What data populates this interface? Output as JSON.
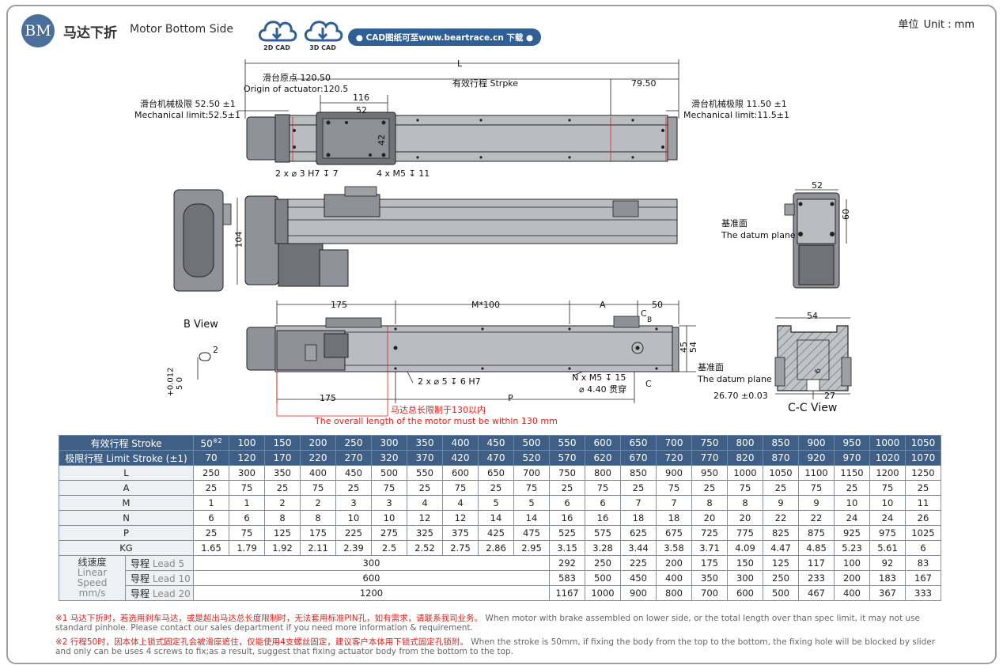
{
  "header": {
    "badge": "BM",
    "title_cn": "马达下折",
    "title_en": "Motor Bottom Side",
    "cad_2d": "2D CAD",
    "cad_3d": "3D CAD",
    "download_text": "● CAD图纸可至www.beartrace.cn 下载 ●",
    "unit_cn": "单位",
    "unit_en": "Unit : mm"
  },
  "colors": {
    "accent": "#3f5f86",
    "note_red": "#e0211b",
    "body_grey": "#b8bcc1"
  },
  "drawing": {
    "top_view": {
      "L": "L",
      "origin_cn": "滑台原点 120.50",
      "origin_en": "Origin of actuator:120.5",
      "stroke_label": "有效行程 Strpke",
      "dim_7950": "79.50",
      "dim_116": "116",
      "dim_52": "52",
      "dim_42": "42",
      "mech_left_cn": "滑台机械极限 52.50 ±1",
      "mech_left_en": "Mechanical limit:52.5±1",
      "mech_right_cn": "滑台机械极限 11.50 ±1",
      "mech_right_en": "Mechanical limit:11.5±1",
      "hole_pin": "2 x ⌀ 3 H7 ↧ 7",
      "hole_screw": "4 x M5 ↧ 11"
    },
    "side_view": {
      "dim_104": "104"
    },
    "end_view": {
      "dim_52": "52",
      "dim_60": "60",
      "datum_cn": "基准面",
      "datum_en": "The datum plane"
    },
    "bottom_view": {
      "b_view": "B View",
      "dim_175_top": "175",
      "m100": "M*100",
      "A": "A",
      "dim_50": "50",
      "B": "B",
      "C_top": "C",
      "C_bottom": "C",
      "dim_45": "45",
      "dim_54": "54",
      "datum_cn": "基准面",
      "datum_en": "The datum plane",
      "pin_holes": "2 x ⌀ 5 ↧ 6 H7",
      "n_holes": "N x M5 ↧ 15",
      "thru_hole": "⌀ 4.40 贯穿",
      "dim_175_bottom": "175",
      "P": "P",
      "limit_cn": "马达总长限制于130以内",
      "limit_en": "The overall length of the motor must be within 130 mm",
      "pin_dim": "2",
      "tol_plus": "+0.012",
      "tol_zero": "5    0"
    },
    "section_view": {
      "dim_54": "54",
      "dim_6": "6",
      "dim_27": "27",
      "dim_2670": "26.70 ±0.03",
      "title": "C-C View"
    }
  },
  "table": {
    "stroke_label": "有效行程 Stroke",
    "stroke_values": [
      "50",
      "100",
      "150",
      "200",
      "250",
      "300",
      "350",
      "400",
      "450",
      "500",
      "550",
      "600",
      "650",
      "700",
      "750",
      "800",
      "850",
      "900",
      "950",
      "1000",
      "1050"
    ],
    "stroke_first_note": "※2",
    "limit_label": "极限行程 Limit Stroke (±1)",
    "limit_values": [
      "70",
      "120",
      "170",
      "220",
      "270",
      "320",
      "370",
      "420",
      "470",
      "520",
      "570",
      "620",
      "670",
      "720",
      "770",
      "820",
      "870",
      "920",
      "970",
      "1020",
      "1070"
    ],
    "rows": [
      {
        "label": "L",
        "values": [
          "250",
          "300",
          "350",
          "400",
          "450",
          "500",
          "550",
          "600",
          "650",
          "700",
          "750",
          "800",
          "850",
          "900",
          "950",
          "1000",
          "1050",
          "1100",
          "1150",
          "1200",
          "1250"
        ]
      },
      {
        "label": "A",
        "values": [
          "25",
          "75",
          "25",
          "75",
          "25",
          "75",
          "25",
          "75",
          "25",
          "75",
          "25",
          "75",
          "25",
          "75",
          "25",
          "75",
          "25",
          "75",
          "25",
          "75",
          "25"
        ]
      },
      {
        "label": "M",
        "values": [
          "1",
          "1",
          "2",
          "2",
          "3",
          "3",
          "4",
          "4",
          "5",
          "5",
          "6",
          "6",
          "7",
          "7",
          "8",
          "8",
          "9",
          "9",
          "10",
          "10",
          "11"
        ]
      },
      {
        "label": "N",
        "values": [
          "6",
          "6",
          "8",
          "8",
          "10",
          "10",
          "12",
          "12",
          "14",
          "14",
          "16",
          "16",
          "18",
          "18",
          "20",
          "20",
          "22",
          "22",
          "24",
          "24",
          "26"
        ]
      },
      {
        "label": "P",
        "values": [
          "25",
          "75",
          "125",
          "175",
          "225",
          "275",
          "325",
          "375",
          "425",
          "475",
          "525",
          "575",
          "625",
          "675",
          "725",
          "775",
          "825",
          "875",
          "925",
          "975",
          "1025"
        ]
      },
      {
        "label": "KG",
        "values": [
          "1.65",
          "1.79",
          "1.92",
          "2.11",
          "2.39",
          "2.5",
          "2.52",
          "2.75",
          "2.86",
          "2.95",
          "3.15",
          "3.28",
          "3.44",
          "3.58",
          "3.71",
          "4.09",
          "4.47",
          "4.85",
          "5.23",
          "5.61",
          "6"
        ]
      }
    ],
    "speed_label_cn": "线速度",
    "speed_label_en1": "Linear",
    "speed_label_en2": "Speed",
    "speed_label_en3": "mm/s",
    "lead_rows": [
      {
        "cn": "导程",
        "en": "Lead 5",
        "merged": "300",
        "values": [
          "292",
          "250",
          "225",
          "200",
          "175",
          "150",
          "125",
          "117",
          "100",
          "92",
          "83"
        ]
      },
      {
        "cn": "导程",
        "en": "Lead 10",
        "merged": "600",
        "values": [
          "583",
          "500",
          "450",
          "400",
          "350",
          "300",
          "250",
          "233",
          "200",
          "183",
          "167"
        ]
      },
      {
        "cn": "导程",
        "en": "Lead 20",
        "merged": "1200",
        "values": [
          "1167",
          "1000",
          "900",
          "800",
          "700",
          "600",
          "500",
          "467",
          "400",
          "367",
          "333"
        ]
      }
    ]
  },
  "notes": [
    {
      "cn": "※1 马达下折时，若选用刹车马达，或是超出马达总长度限制时，无法套用标准PIN孔，如有需求，请联系我司业务。",
      "en": "When motor with brake assembled on lower side, or the total length over than spec limit, it may not use standard pinhole. Please contact our sales department if you need more information & requirement."
    },
    {
      "cn": "※2 行程50时，因本体上锁式固定孔会被滑座遮住，仅能使用4支螺丝固定，建议客户本体用下锁式固定孔锁附。",
      "en": "When the stroke is 50mm, if fixing the body from the top to the bottom, the fixing hole will be blocked by slider and only can be uses 4 screws to fix;as a result, suggest that fixing actuator body from the bottom to the top."
    }
  ]
}
